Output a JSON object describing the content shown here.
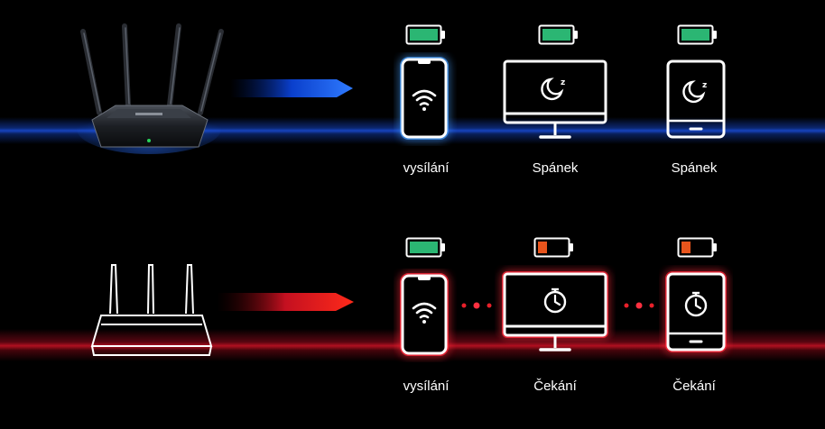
{
  "rows": {
    "top": {
      "labels": [
        "vysílání",
        "Spánek",
        "Spánek"
      ],
      "battery_levels": [
        "full",
        "full",
        "full"
      ]
    },
    "bottom": {
      "labels": [
        "vysílání",
        "Čekání",
        "Čekání"
      ],
      "battery_levels": [
        "full",
        "low",
        "low"
      ]
    }
  },
  "colors": {
    "blue_glow": "#2f7bff",
    "red_glow": "#ff2a3a",
    "battery_green": "#2bb673",
    "battery_orange": "#e8541c"
  }
}
